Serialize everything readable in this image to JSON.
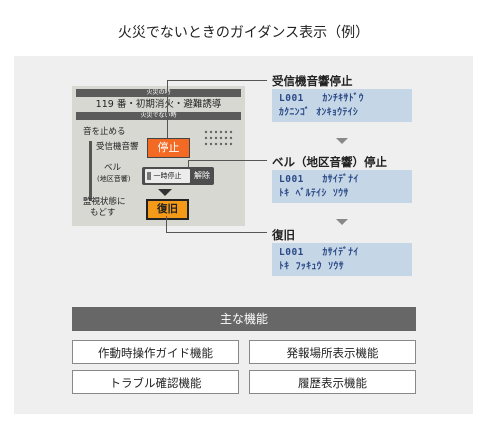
{
  "title": "火災でないときのガイダンス表示（例）",
  "panel": {
    "header_fire": "火災の時",
    "fire_line": "119 番・初期消火・避難誘導",
    "header_notfire": "火災でない時",
    "label_stop_sound": "音を止める",
    "label_receiver": "受信機音響",
    "button_stop": "停止",
    "label_bell": "ベル",
    "label_bell_sub": "(地区音響)",
    "button_bell_pause": "一時停止",
    "button_bell_release": "解除",
    "label_monitor_1": "監視状態に",
    "label_monitor_2": "もどす",
    "button_recover": "復旧"
  },
  "steps": [
    {
      "label": "受信機音響停止",
      "line1": "L001   ｶﾝﾁｷｻﾄﾞｳ",
      "line2": "ｶｸﾆﾝｺﾞ ｵﾝｷｮｳﾃｲｼ"
    },
    {
      "label": "ベル（地区音響）停止",
      "line1": "L001   ｶｻｲﾃﾞﾅｲ",
      "line2": "ﾄｷ ﾍﾞﾙﾃｲｼ ｿｳｻ"
    },
    {
      "label": "復旧",
      "line1": "L001   ｶｻｲﾃﾞﾅｲ",
      "line2": "ﾄｷ ﾌｯｷｭｳ ｿｳｻ"
    }
  ],
  "features": {
    "header": "主な機能",
    "items": [
      "作動時操作ガイド機能",
      "発報場所表示機能",
      "トラブル確認機能",
      "履歴表示機能"
    ]
  },
  "colors": {
    "stop_button": "#f36a25",
    "recover_button": "#f59a18",
    "lcd_bg": "#c5d6e6",
    "lcd_text": "#2b4a87"
  }
}
